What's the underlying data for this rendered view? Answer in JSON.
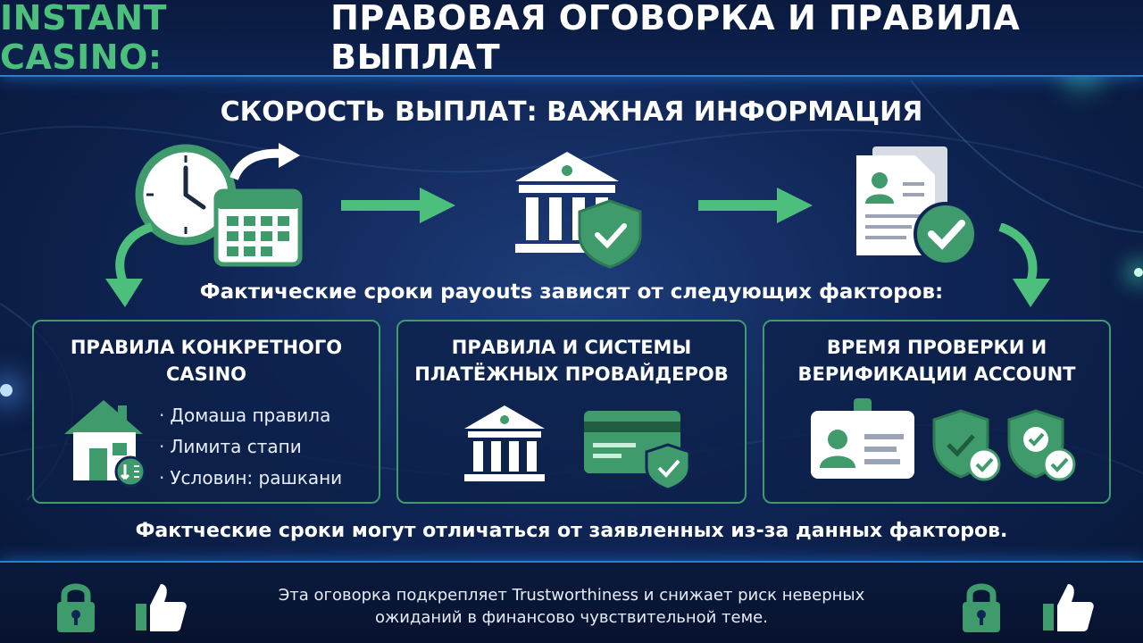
{
  "header": {
    "brand": "INSTANT CASINO:",
    "title": "ПРАВОВАЯ ОГОВОРКА И ПРАВИЛА ВЫПЛАТ"
  },
  "subtitle": "СКОРОСТЬ ВЫПЛАТ: ВАЖНАЯ ИНФОРМАЦИЯ",
  "process_icons": [
    "clock-calendar-icon",
    "bank-shield-icon",
    "document-check-icon"
  ],
  "factors_intro": "Фактические сроки payouts зависят от следующих факторов:",
  "cards": [
    {
      "title_line1": "ПРАВИЛА КОНКРЕТНОГО",
      "title_line2": "CASINO",
      "icon": "house-icon",
      "items": [
        "Домаша правила",
        "Лимита стапи",
        "Условин: рашкани"
      ]
    },
    {
      "title_line1": "ПРАВИЛА И СИСТЕМЫ",
      "title_line2": "ПЛАТЁЖНЫХ ПРОВАЙДЕРОВ",
      "icons": [
        "bank-icon",
        "credit-card-shield-icon"
      ]
    },
    {
      "title_line1": "ВРЕМЯ ПРОВЕРКИ И",
      "title_line2": "ВЕРИФИКАЦИИ ACCOUNT",
      "icons": [
        "id-badge-icon",
        "shield-check-icon",
        "shield-check-icon"
      ]
    }
  ],
  "bottom_note": "Фактческие сроки могут отличаться от заявленных из-за данных факторов.",
  "footer": {
    "line1": "Эта оговорка подкрепляет Trustworthiness и снижает риск неверных",
    "line2": "ожиданий в финансово чувствительной теме.",
    "icons": [
      "lock-icon",
      "thumbs-up-icon"
    ]
  },
  "colors": {
    "accent_green": "#4cbf7d",
    "icon_green": "#3f9a6c",
    "background": "#0f2555",
    "glow_blue": "#2c7fc9"
  }
}
